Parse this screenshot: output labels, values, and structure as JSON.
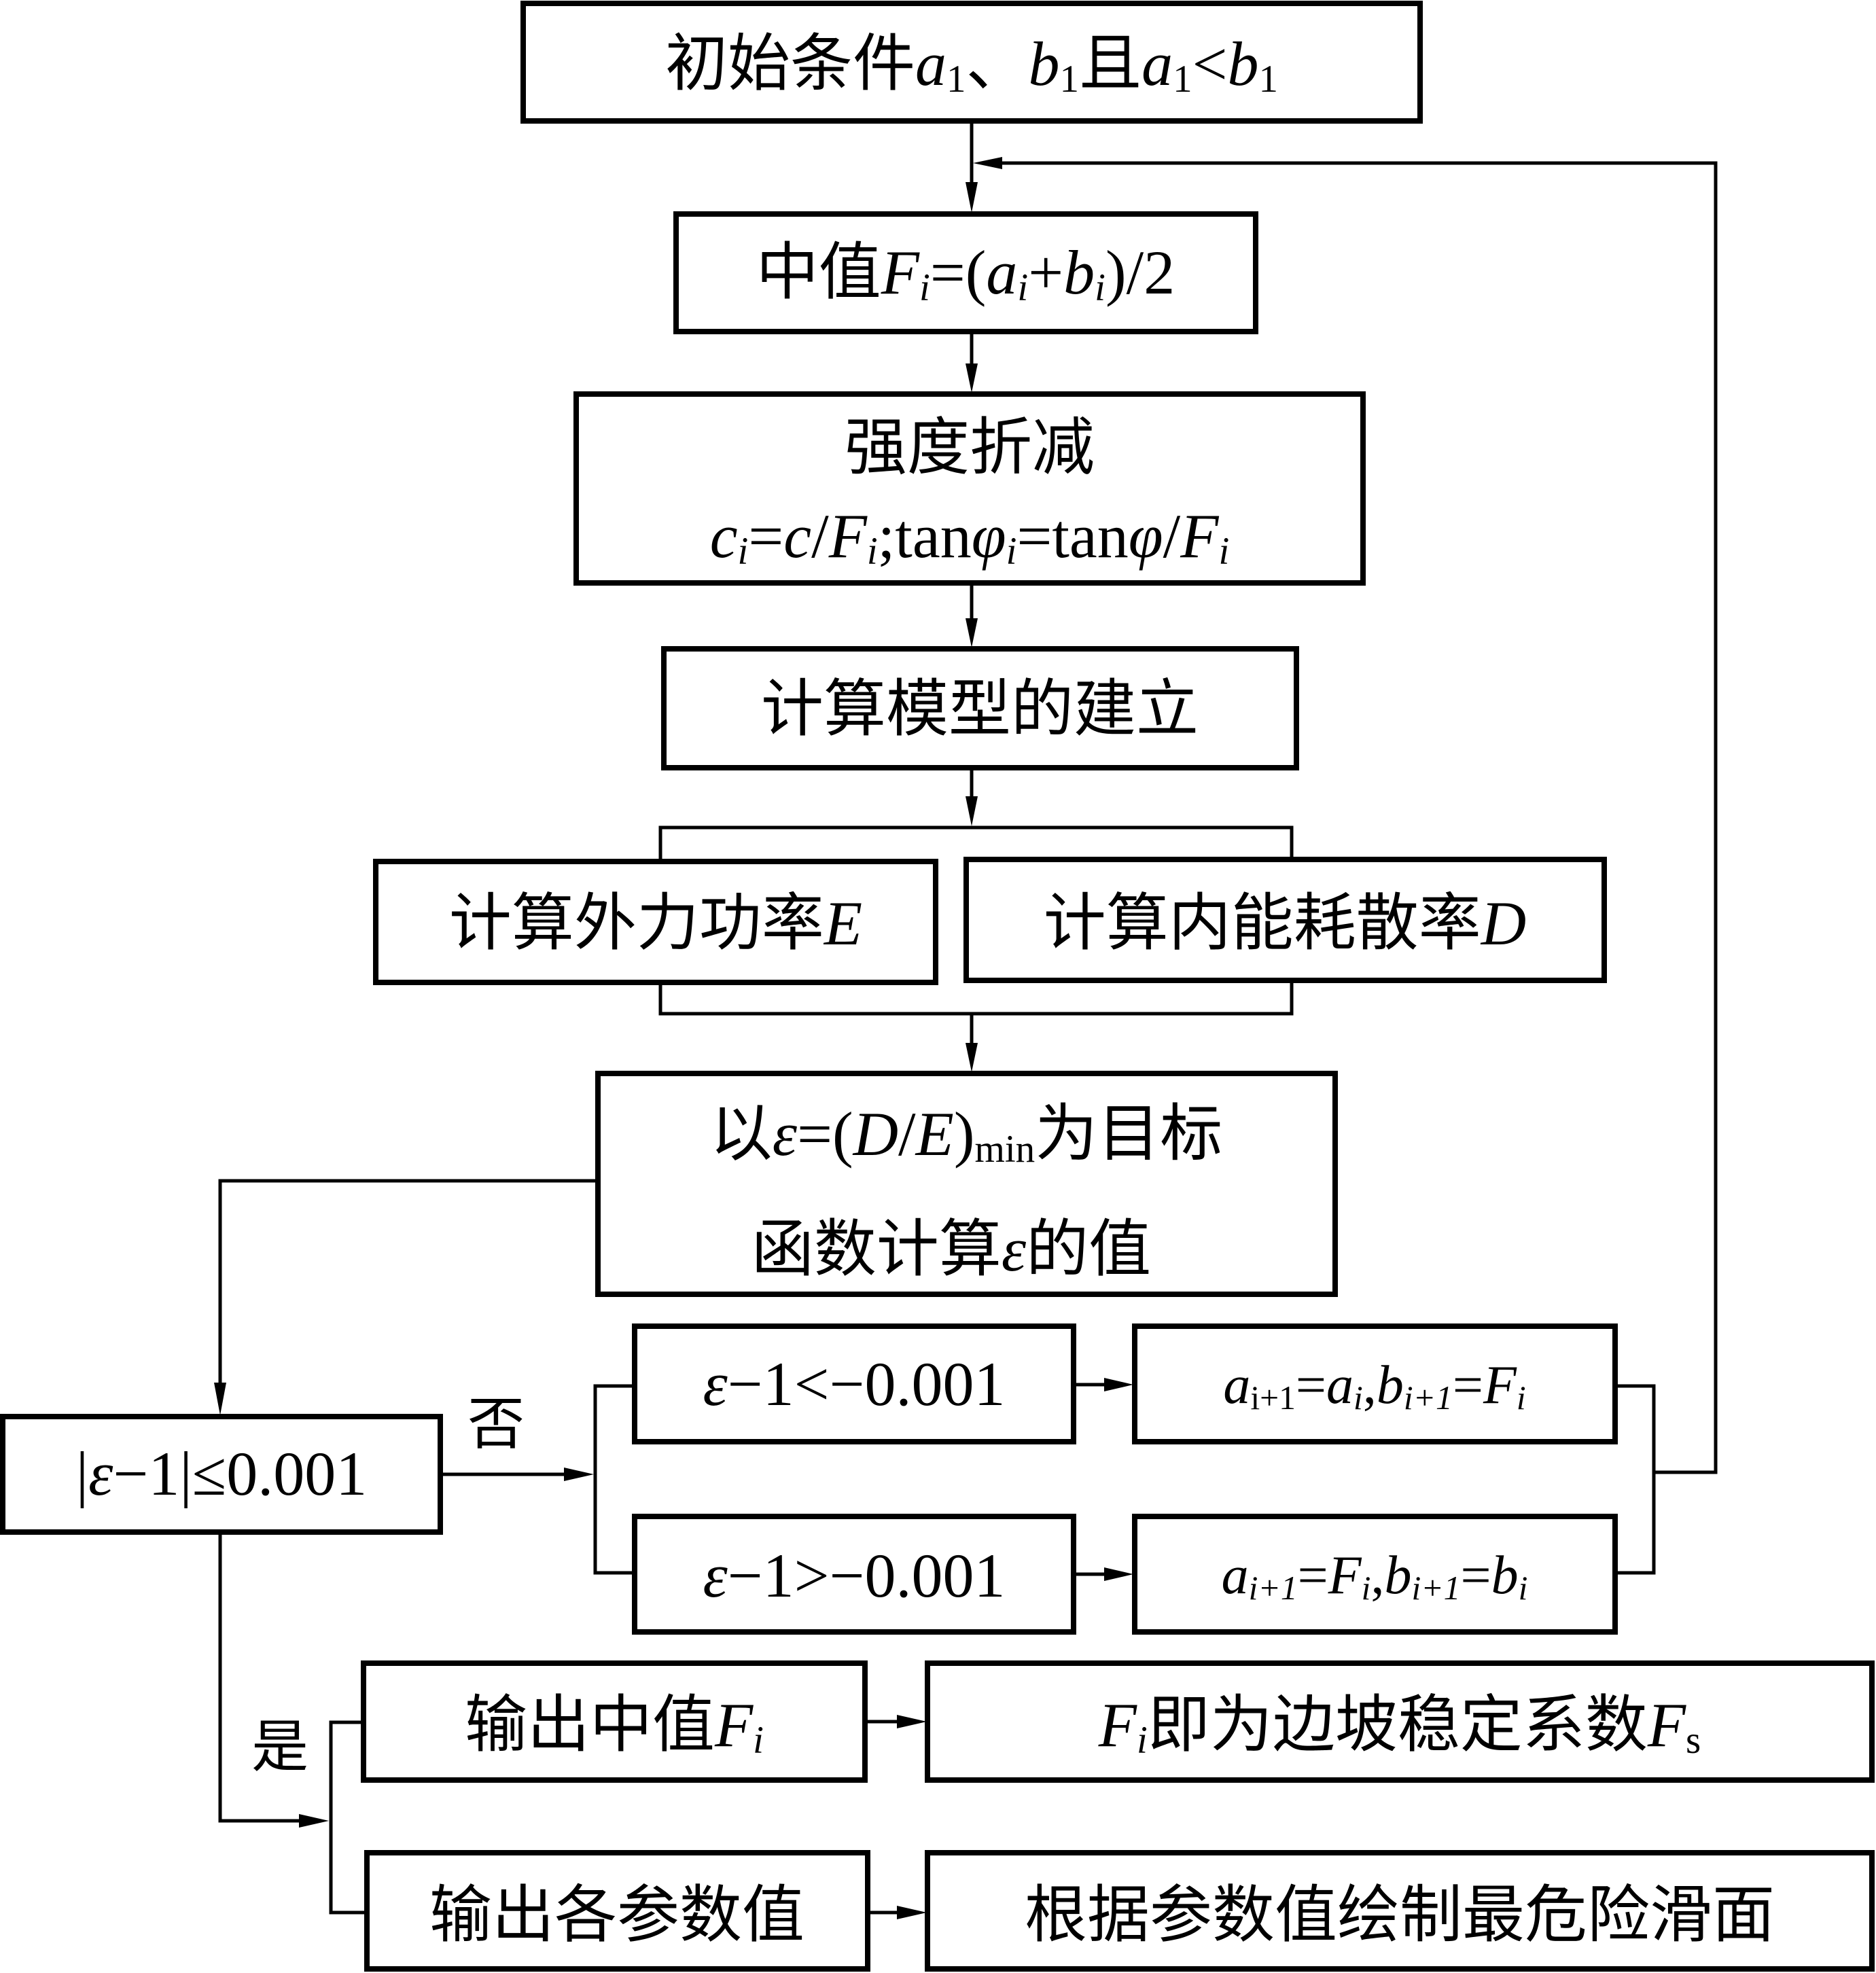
{
  "title": "二分法强度折减上限分析流程",
  "colors": {
    "stroke": "#000000",
    "background": "#ffffff"
  },
  "nodes": {
    "init": {
      "text": [
        [
          "初始条件",
          ""
        ],
        [
          "a",
          "it"
        ],
        [
          "1",
          "sub"
        ],
        [
          "、",
          ""
        ],
        [
          "b",
          "it"
        ],
        [
          "1",
          "sub"
        ],
        [
          "且",
          ""
        ],
        [
          "a",
          "it"
        ],
        [
          "1",
          "sub"
        ],
        [
          "<",
          ""
        ],
        [
          "b",
          "it"
        ],
        [
          "1",
          "sub"
        ]
      ]
    },
    "midpoint": {
      "text": [
        [
          "中值",
          ""
        ],
        [
          "F",
          "it"
        ],
        [
          "i",
          "subit"
        ],
        [
          "=(",
          ""
        ],
        [
          "a",
          "it"
        ],
        [
          "i",
          "subit"
        ],
        [
          "+",
          ""
        ],
        [
          "b",
          "it"
        ],
        [
          "i",
          "subit"
        ],
        [
          ")/2",
          ""
        ]
      ]
    },
    "reduction": {
      "line1": [
        [
          "强度折减",
          ""
        ]
      ],
      "line2": [
        [
          "c",
          "it"
        ],
        [
          "i",
          "subit"
        ],
        [
          "=",
          ""
        ],
        [
          "c",
          "it"
        ],
        [
          "/",
          ""
        ],
        [
          "F",
          "it"
        ],
        [
          "i",
          "subit"
        ],
        [
          ";tan",
          ""
        ],
        [
          "φ",
          "it"
        ],
        [
          "i",
          "subit"
        ],
        [
          "=tan",
          ""
        ],
        [
          "φ",
          "it"
        ],
        [
          "/",
          ""
        ],
        [
          "F",
          "it"
        ],
        [
          "i",
          "subit"
        ]
      ]
    },
    "model": {
      "text": [
        [
          "计算模型的建立",
          ""
        ]
      ]
    },
    "external_power": {
      "text": [
        [
          "计算外力功率",
          ""
        ],
        [
          "E",
          "it"
        ]
      ]
    },
    "dissipation": {
      "text": [
        [
          "计算内能耗散率",
          ""
        ],
        [
          "D",
          "it"
        ]
      ]
    },
    "objective": {
      "line1": [
        [
          "以",
          ""
        ],
        [
          "ε",
          "it"
        ],
        [
          "=(",
          ""
        ],
        [
          "D",
          "it"
        ],
        [
          "/",
          ""
        ],
        [
          "E",
          "it"
        ],
        [
          ")",
          ""
        ],
        [
          "min",
          "sub"
        ],
        [
          "为目标",
          ""
        ]
      ],
      "line2": [
        [
          "函数计算",
          ""
        ],
        [
          "ε",
          "it"
        ],
        [
          "的值",
          ""
        ]
      ]
    },
    "decision": {
      "text": [
        [
          "|",
          ""
        ],
        [
          "ε",
          "it"
        ],
        [
          "−1|≤0.001",
          ""
        ]
      ]
    },
    "cond_less": {
      "text": [
        [
          "ε",
          "it"
        ],
        [
          "−1<−0.001",
          ""
        ]
      ]
    },
    "cond_greater": {
      "text": [
        [
          "ε",
          "it"
        ],
        [
          "−1>−0.001",
          ""
        ]
      ]
    },
    "update_b": {
      "text": [
        [
          "a",
          "it"
        ],
        [
          "i+1",
          "sub"
        ],
        [
          "=",
          ""
        ],
        [
          "a",
          "it"
        ],
        [
          "i",
          "subit"
        ],
        [
          ",",
          ""
        ],
        [
          "b",
          "it"
        ],
        [
          "i+1",
          "subit"
        ],
        [
          "=",
          ""
        ],
        [
          "F",
          "it"
        ],
        [
          "i",
          "subit"
        ]
      ]
    },
    "update_a": {
      "text": [
        [
          "a",
          "it"
        ],
        [
          "i+1",
          "subit"
        ],
        [
          "=",
          ""
        ],
        [
          "F",
          "it"
        ],
        [
          "i",
          "subit"
        ],
        [
          ",",
          ""
        ],
        [
          "b",
          "it"
        ],
        [
          "i+1",
          "subit"
        ],
        [
          "=",
          ""
        ],
        [
          "b",
          "it"
        ],
        [
          "i",
          "subit"
        ]
      ]
    },
    "output_mid": {
      "text": [
        [
          "输出中值",
          ""
        ],
        [
          "F",
          "it"
        ],
        [
          "i",
          "subit"
        ]
      ]
    },
    "safety_factor": {
      "text": [
        [
          "F",
          "it"
        ],
        [
          "i",
          "subit"
        ],
        [
          "即为边坡稳定系数",
          ""
        ],
        [
          "F",
          "it"
        ],
        [
          "s",
          "sub"
        ]
      ]
    },
    "output_params": {
      "text": [
        [
          "输出各参数值",
          ""
        ]
      ]
    },
    "slip_surface": {
      "text": [
        [
          "根据参数值绘制最危险滑面",
          ""
        ]
      ]
    }
  },
  "edge_labels": {
    "no": "否",
    "yes": "是"
  }
}
